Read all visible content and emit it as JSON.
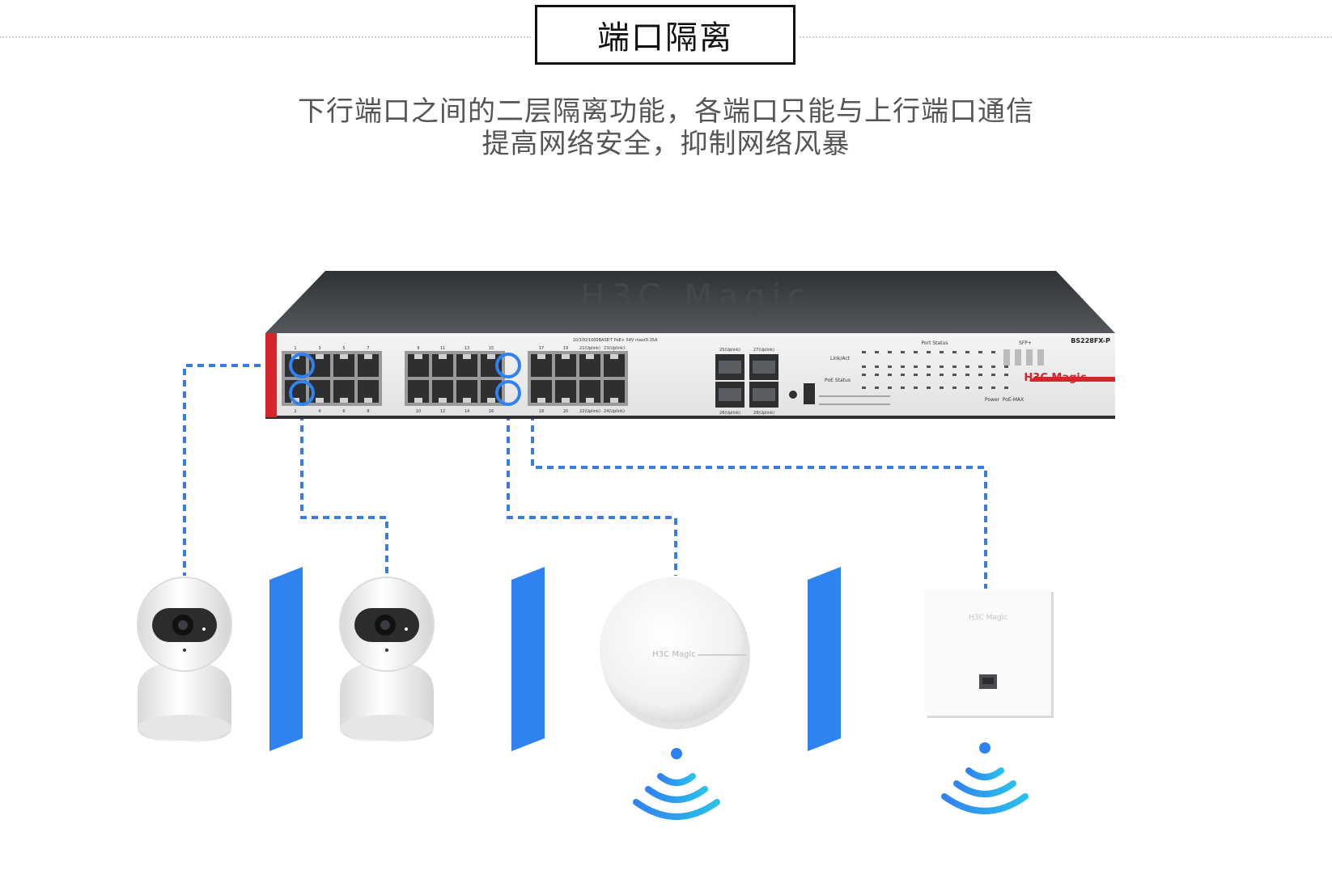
{
  "header": {
    "title": "端口隔离",
    "subtitle_line1": "下行端口之间的二层隔离功能，各端口只能与上行端口通信",
    "subtitle_line2": "提高网络安全，抑制网络风暴"
  },
  "switch": {
    "model": "BS228FX-P",
    "brand_label": "H3C Magic",
    "top_logo": "H3C Magic",
    "port_label_line": "10/100/1000BASE-T PoE+ 54V max(0.35A",
    "status_label": "Port Status",
    "link_act_label": "Link/Act",
    "poe_status_label": "PoE Status",
    "sfp_label": "SFP+",
    "power_label": "Power",
    "poe_max_label": "PoE-MAX",
    "uplink_labels": [
      "25(Uplink)",
      "27(Uplink)",
      "26(Uplink)",
      "28(Uplink)"
    ],
    "top_port_numbers": [
      "1",
      "3",
      "5",
      "7",
      "9",
      "11",
      "13",
      "15",
      "17",
      "19",
      "21(Uplink)",
      "23(Uplink)"
    ],
    "bottom_port_numbers": [
      "2",
      "4",
      "6",
      "8",
      "10",
      "12",
      "14",
      "16",
      "18",
      "20",
      "22(Uplink)",
      "24(Uplink)"
    ]
  },
  "devices": {
    "camera1": "camera",
    "camera2": "camera",
    "ceiling_ap": "H3C Magic",
    "wall_ap": "H3C Magic"
  },
  "colors": {
    "accent": "#2f83f0",
    "dash": "#3a7de0",
    "switch_top": "#3c3f42",
    "switch_red": "#d7252c",
    "wifi": "#2fb5ea",
    "title_border": "#111111"
  }
}
